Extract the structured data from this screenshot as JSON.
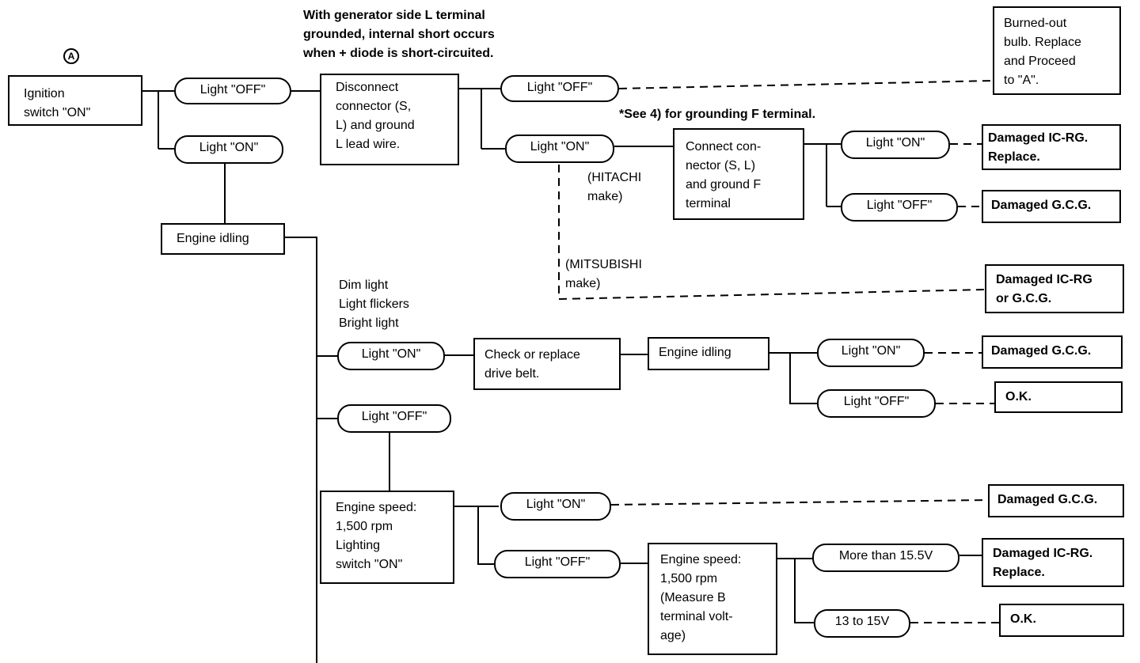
{
  "marker_a": "A",
  "top_note": "With generator side L terminal\ngrounded, internal short occurs\nwhen + diode is short-circuited.",
  "ground_note": "*See 4) for grounding F terminal.",
  "hitachi_note": "(HITACHI\nmake)",
  "mitsubishi_note": "(MITSUBISHI\nmake)",
  "symptoms_note": "Dim light\nLight flickers\nBright light",
  "steps": {
    "ignition": "Ignition\nswitch \"ON\"",
    "disconnect": "Disconnect\nconnector (S,\nL) and ground\nL lead wire.",
    "connect": "Connect con-\nnector (S, L)\nand ground F\nterminal",
    "idle1": "Engine idling",
    "belt": "Check or replace\ndrive belt.",
    "idle2": "Engine idling",
    "speed1": "Engine speed:\n1,500 rpm\nLighting\nswitch \"ON\"",
    "speed2": "Engine speed:\n1,500 rpm\n(Measure B\nterminal volt-\nage)"
  },
  "states": {
    "off1": "Light \"OFF\"",
    "on1": "Light \"ON\"",
    "off2": "Light \"OFF\"",
    "on2": "Light \"ON\"",
    "on3": "Light \"ON\"",
    "off3": "Light \"OFF\"",
    "on4": "Light \"ON\"",
    "off4": "Light \"OFF\"",
    "on5": "Light \"ON\"",
    "off5": "Light \"OFF\"",
    "on6": "Light \"ON\"",
    "off6": "Light \"OFF\"",
    "v_high": "More than 15.5V",
    "v_ok": "13 to 15V"
  },
  "results": {
    "bulb": "Burned-out\nbulb. Replace\nand Proceed\nto \"A\".",
    "icrg_a": "Damaged IC-RG.\nReplace.",
    "gcg_a": "Damaged G.C.G.",
    "icrg_or_gcg": "Damaged IC-RG\nor G.C.G.",
    "gcg_b": "Damaged G.C.G.",
    "ok_a": "O.K.",
    "gcg_c": "Damaged G.C.G.",
    "icrg_b": "Damaged IC-RG.\nReplace.",
    "ok_b": "O.K."
  }
}
